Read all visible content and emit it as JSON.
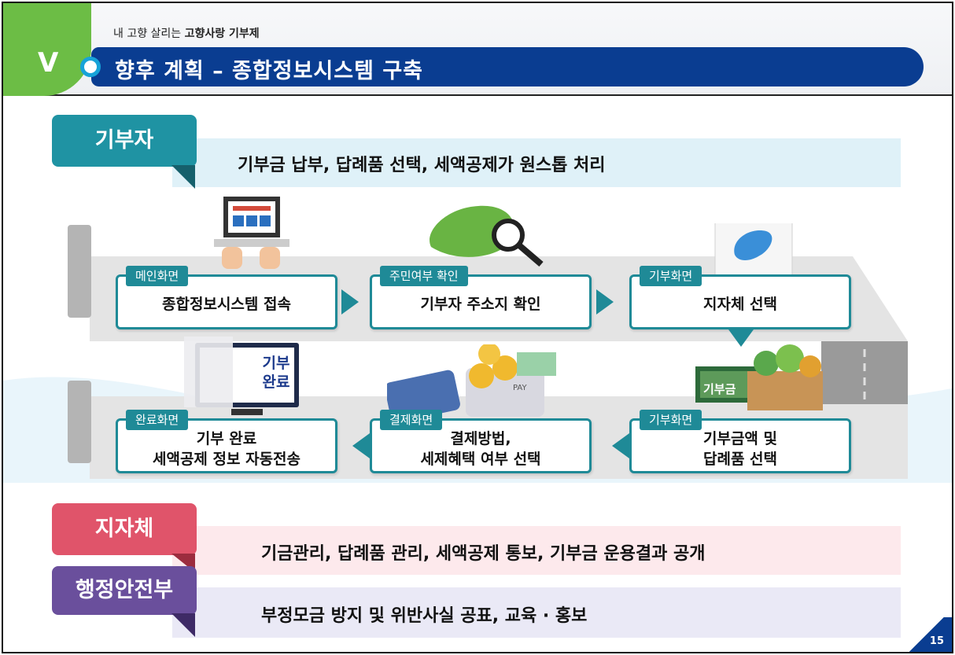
{
  "header": {
    "section_number": "V",
    "subtitle_prefix": "내 고향 살리는 ",
    "subtitle_bold": "고향사랑 기부제",
    "title": "향후 계획 – 종합정보시스템 구축"
  },
  "roles": {
    "donor": {
      "label": "기부자",
      "description": "기부금 납부, 답례품 선택, 세액공제가 원스톱 처리"
    },
    "local_gov": {
      "label": "지자체",
      "description": "기금관리, 답례품 관리, 세액공제 통보, 기부금 운용결과 공개"
    },
    "ministry": {
      "label": "행정안전부",
      "description": "부정모금 방지 및 위반사실 공표, 교육 · 홍보"
    }
  },
  "steps": [
    {
      "tab": "메인화면",
      "text": "종합정보시스템 접속"
    },
    {
      "tab": "주민여부 확인",
      "text": "기부자 주소지 확인"
    },
    {
      "tab": "기부화면",
      "text": "지자체 선택"
    },
    {
      "tab": "기부화면",
      "text": "기부금액 및\n답례품 선택"
    },
    {
      "tab": "결제화면",
      "text": "결제방법,\n세제혜택 여부 선택"
    },
    {
      "tab": "완료화면",
      "text": "기부 완료\n세액공제 정보 자동전송"
    }
  ],
  "illustrations": {
    "monitor_text": "기부\n완료",
    "envelope_text": "기부금",
    "card_text": "PAY"
  },
  "page_number": "15",
  "colors": {
    "green": "#6cbd45",
    "navy": "#0a3d91",
    "teal": "#1f8a97",
    "pink": "#e0546a",
    "purple": "#6a4f9c"
  }
}
